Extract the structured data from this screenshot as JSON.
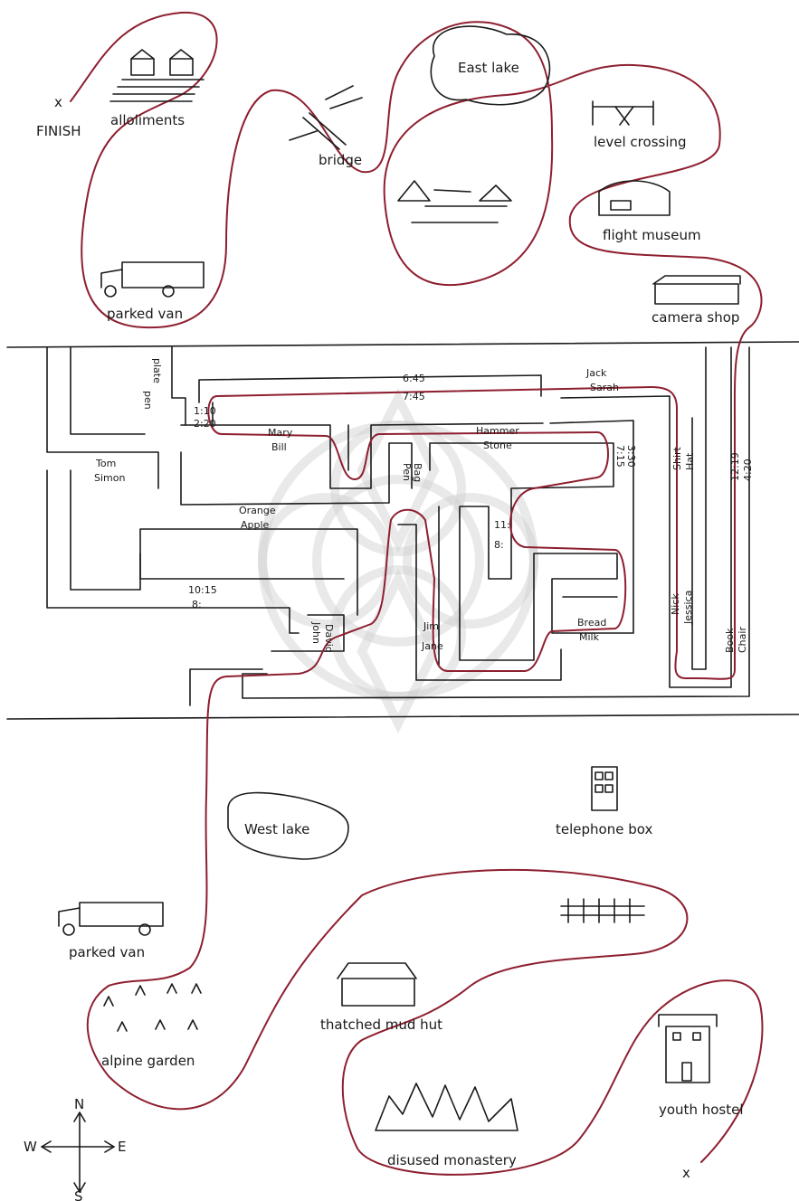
{
  "map": {
    "start_marker": "x",
    "finish_marker": "x",
    "compass": {
      "n": "N",
      "s": "S",
      "e": "E",
      "w": "W"
    },
    "colors": {
      "route": "#8e1f2f",
      "ink": "#1a1a1a",
      "paper": "#ffffff"
    },
    "landmarks": {
      "finish": "FINISH",
      "allotments": "alloliments",
      "bridge": "bridge",
      "east_lake": "East lake",
      "level_crossing": "level crossing",
      "flight_museum": "flight museum",
      "camera_shop": "camera shop",
      "parked_van_north": "parked van",
      "west_lake": "West lake",
      "telephone_box": "telephone box",
      "parked_van_south": "parked van",
      "thatched_hut": "thatched mud hut",
      "alpine_garden": "alpine garden",
      "youth_hostel": "youth hostel",
      "disused_monastery": "disused monastery"
    },
    "maze_labels": {
      "plate": "plate",
      "pen": "pen",
      "t1": "1:10",
      "t2": "2:20",
      "t3": "6:45",
      "t4": "7:45",
      "jack": "Jack",
      "sarah": "Sarah",
      "mary": "Mary",
      "bill": "Bill",
      "hammer": "Hammer",
      "stone": "Stone",
      "bag": "Bag",
      "pen2": "Pen",
      "t5": "7:15",
      "t6": "3:30",
      "shirt": "Shirt",
      "hat": "Hat",
      "t7": "12:19",
      "t8": "4:20",
      "tom": "Tom",
      "simon": "Simon",
      "orange": "Orange",
      "apple": "Apple",
      "t9": "11:",
      "t10": "8:",
      "t11": "10:15",
      "t12": "8:",
      "nick": "Nick",
      "jessica": "Jessica",
      "book": "Book",
      "chair": "Chair",
      "john": "John",
      "david": "David",
      "jim": "Jim",
      "jane": "Jane",
      "bread": "Bread",
      "milk": "Milk"
    }
  }
}
